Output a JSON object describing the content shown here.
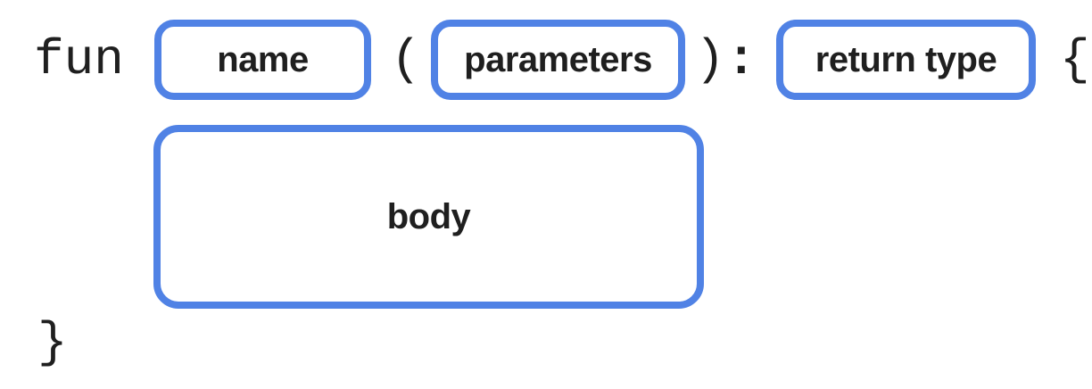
{
  "diagram": {
    "description": "Kotlin function syntax anatomy diagram",
    "keyword": "fun",
    "punctuation": {
      "open_paren": "(",
      "close_paren": ")",
      "colon": ":",
      "open_brace": "{",
      "close_brace": "}"
    },
    "slots": {
      "name": {
        "label": "name"
      },
      "parameters": {
        "label": "parameters"
      },
      "return_type": {
        "label": "return type"
      },
      "body": {
        "label": "body"
      }
    },
    "colors": {
      "box_border": "#5082E5",
      "text": "#1F1F1F",
      "background": "#FFFFFF"
    }
  }
}
